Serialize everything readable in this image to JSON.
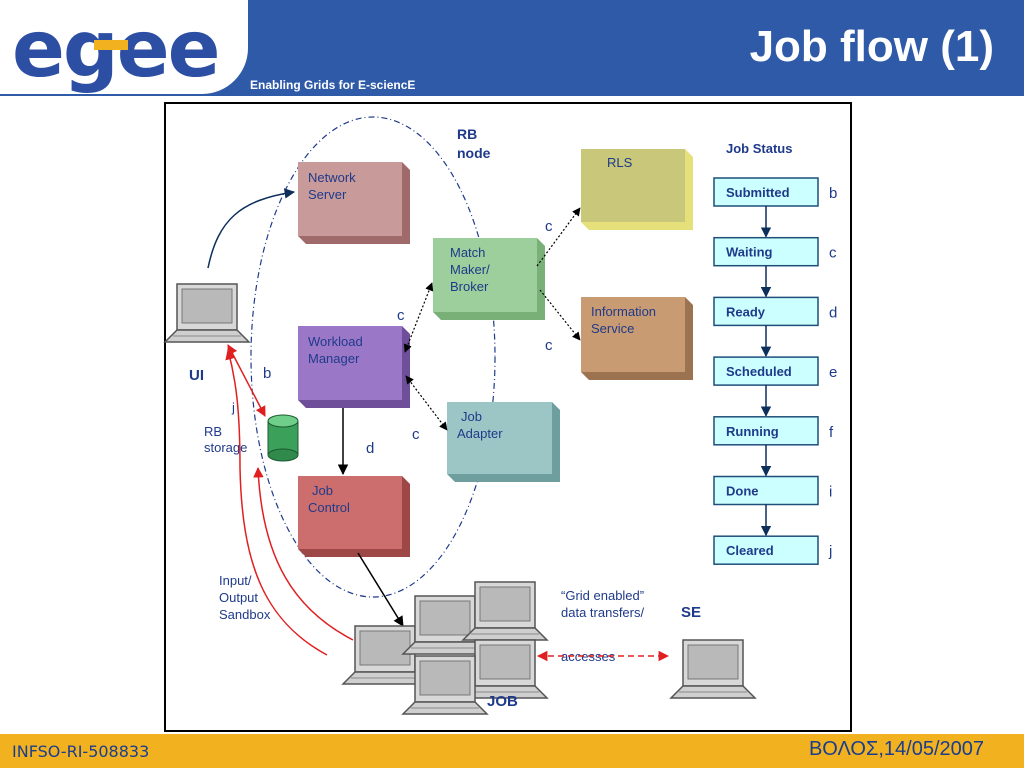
{
  "header": {
    "logo_text": "egee",
    "tagline": "Enabling Grids for E-sciencE",
    "title": "Job flow (1)"
  },
  "footer": {
    "left": "INFSO-RI-508833",
    "right": "ΒΟΛΟΣ,14/05/2007"
  },
  "diagram": {
    "rb_node_label": [
      "RB",
      "node"
    ],
    "boxes": {
      "network_server": [
        "Network",
        "Server"
      ],
      "workload_manager": [
        "Workload",
        "Manager"
      ],
      "job_control": [
        "Job",
        "Control"
      ],
      "match_maker": [
        "Match",
        "Maker/",
        "Broker"
      ],
      "job_adapter": [
        "Job",
        "Adapter"
      ],
      "rls": [
        "RLS"
      ],
      "information_service": [
        "Information",
        "Service"
      ]
    },
    "ui_label": "UI",
    "rb_storage_label": [
      "RB",
      "storage"
    ],
    "sandbox_label": [
      "Input/",
      "Output",
      "Sandbox"
    ],
    "grid_transfers_label": [
      "“Grid  enabled”",
      "data transfers/",
      "accesses"
    ],
    "se_label": "SE",
    "job_label": "JOB",
    "step_letters": {
      "ui_b": "b",
      "ui_j": "j",
      "to_rls": "c",
      "to_info": "c",
      "wm_mm": "c",
      "wm_ja": "c",
      "wm_jc": "d"
    },
    "job_status": {
      "title": "Job Status",
      "states": [
        {
          "name": "Submitted",
          "letter": "b"
        },
        {
          "name": "Waiting",
          "letter": "c"
        },
        {
          "name": "Ready",
          "letter": "d"
        },
        {
          "name": "Scheduled",
          "letter": "e"
        },
        {
          "name": "Running",
          "letter": "f"
        },
        {
          "name": "Done",
          "letter": "i"
        },
        {
          "name": "Cleared",
          "letter": "j"
        }
      ]
    }
  },
  "colors": {
    "header_blue": "#2f5aa8",
    "footer_gold": "#f2b21f",
    "network_server": "#c99a9a",
    "workload_manager": "#9b78c7",
    "job_control": "#cc6e6e",
    "match_maker": "#9ccf9c",
    "job_adapter": "#9cc6c6",
    "rls": "#c8c77a",
    "information_service": "#c99b72",
    "status_box": "#ccffff",
    "status_border": "#1f4e79",
    "label_blue": "#1f3a8a",
    "sandbox_red": "#e02020"
  }
}
